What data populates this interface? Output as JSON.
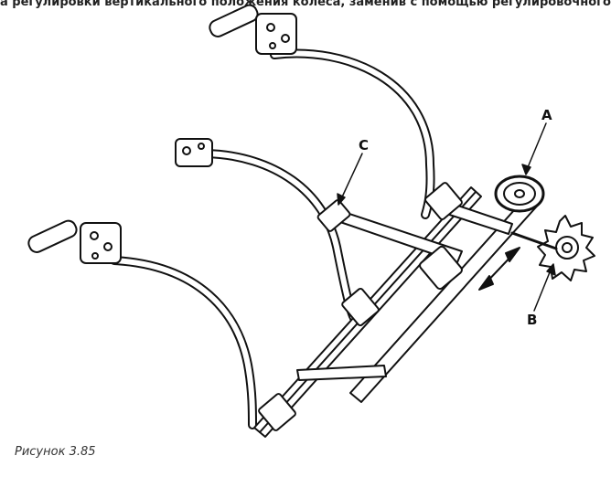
{
  "figure": {
    "callouts": {
      "a": "A",
      "b": "B",
      "c": "C"
    },
    "caption": "Рисунок 3.85",
    "top_strip_text": "а регулировки вертикального положения колеса, заменив с помощью регулировочного винта на крепление внешней стороны ре"
  },
  "colors": {
    "line": "#111111",
    "fill": "#ffffff",
    "background": "#ffffff"
  }
}
